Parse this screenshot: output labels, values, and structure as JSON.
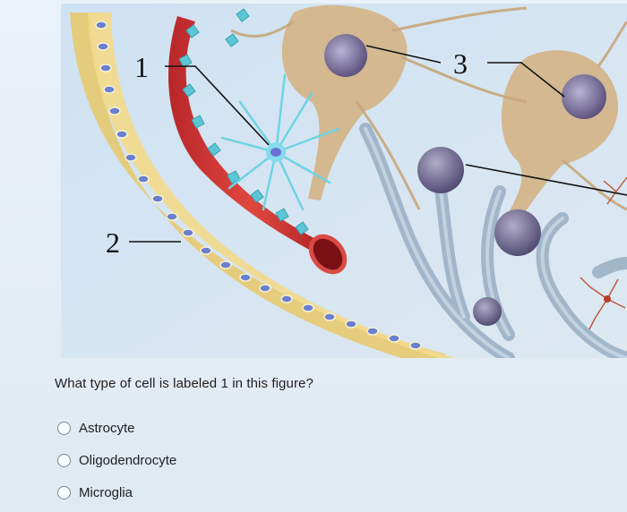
{
  "figure": {
    "labels": [
      "1",
      "2",
      "3"
    ]
  },
  "question": {
    "text": "What type of cell is labeled 1 in this figure?"
  },
  "options": [
    {
      "label": "Astrocyte"
    },
    {
      "label": "Oligodendrocyte"
    },
    {
      "label": "Microglia"
    }
  ]
}
